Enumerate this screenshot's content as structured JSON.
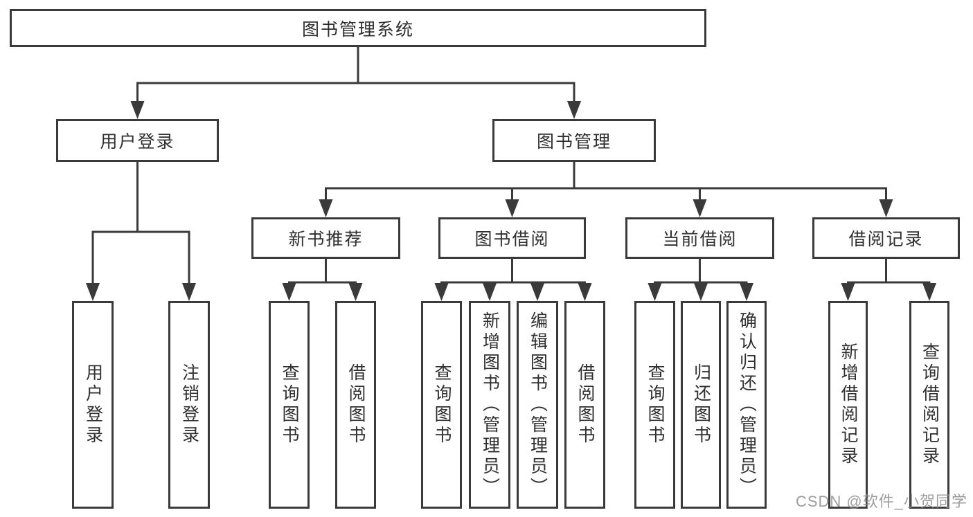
{
  "diagram": {
    "title": "图书管理系统",
    "watermark": "CSDN @软件_小贺同学",
    "colors": {
      "line": "#3a3a3a",
      "text": "#2f2f2f",
      "background": "#ffffff",
      "watermark": "#8c8c8c"
    },
    "nodes": {
      "root": {
        "label": "图书管理系统"
      },
      "user_login_group": {
        "label": "用户登录"
      },
      "book_mgmt": {
        "label": "图书管理"
      },
      "new_book_rec": {
        "label": "新书推荐"
      },
      "book_borrow": {
        "label": "图书借阅"
      },
      "current_borrow": {
        "label": "当前借阅"
      },
      "borrow_records": {
        "label": "借阅记录"
      },
      "user_login": {
        "label": "用户登录"
      },
      "logout": {
        "label": "注销登录"
      },
      "nbr_query": {
        "label": "查询图书"
      },
      "nbr_borrow": {
        "label": "借阅图书"
      },
      "bb_query": {
        "label": "查询图书"
      },
      "bb_add": {
        "label": "新增图书（管理员）"
      },
      "bb_edit": {
        "label": "编辑图书（管理员）"
      },
      "bb_borrow": {
        "label": "借阅图书"
      },
      "cb_query": {
        "label": "查询图书"
      },
      "cb_return": {
        "label": "归还图书"
      },
      "cb_confirm": {
        "label": "确认归还（管理员）"
      },
      "br_add": {
        "label": "新增借阅记录"
      },
      "br_query": {
        "label": "查询借阅记录"
      }
    },
    "hierarchy": {
      "root": [
        "user_login_group",
        "book_mgmt"
      ],
      "user_login_group": [
        "user_login",
        "logout"
      ],
      "book_mgmt": [
        "new_book_rec",
        "book_borrow",
        "current_borrow",
        "borrow_records"
      ],
      "new_book_rec": [
        "nbr_query",
        "nbr_borrow"
      ],
      "book_borrow": [
        "bb_query",
        "bb_add",
        "bb_edit",
        "bb_borrow"
      ],
      "current_borrow": [
        "cb_query",
        "cb_return",
        "cb_confirm"
      ],
      "borrow_records": [
        "br_add",
        "br_query"
      ]
    }
  }
}
